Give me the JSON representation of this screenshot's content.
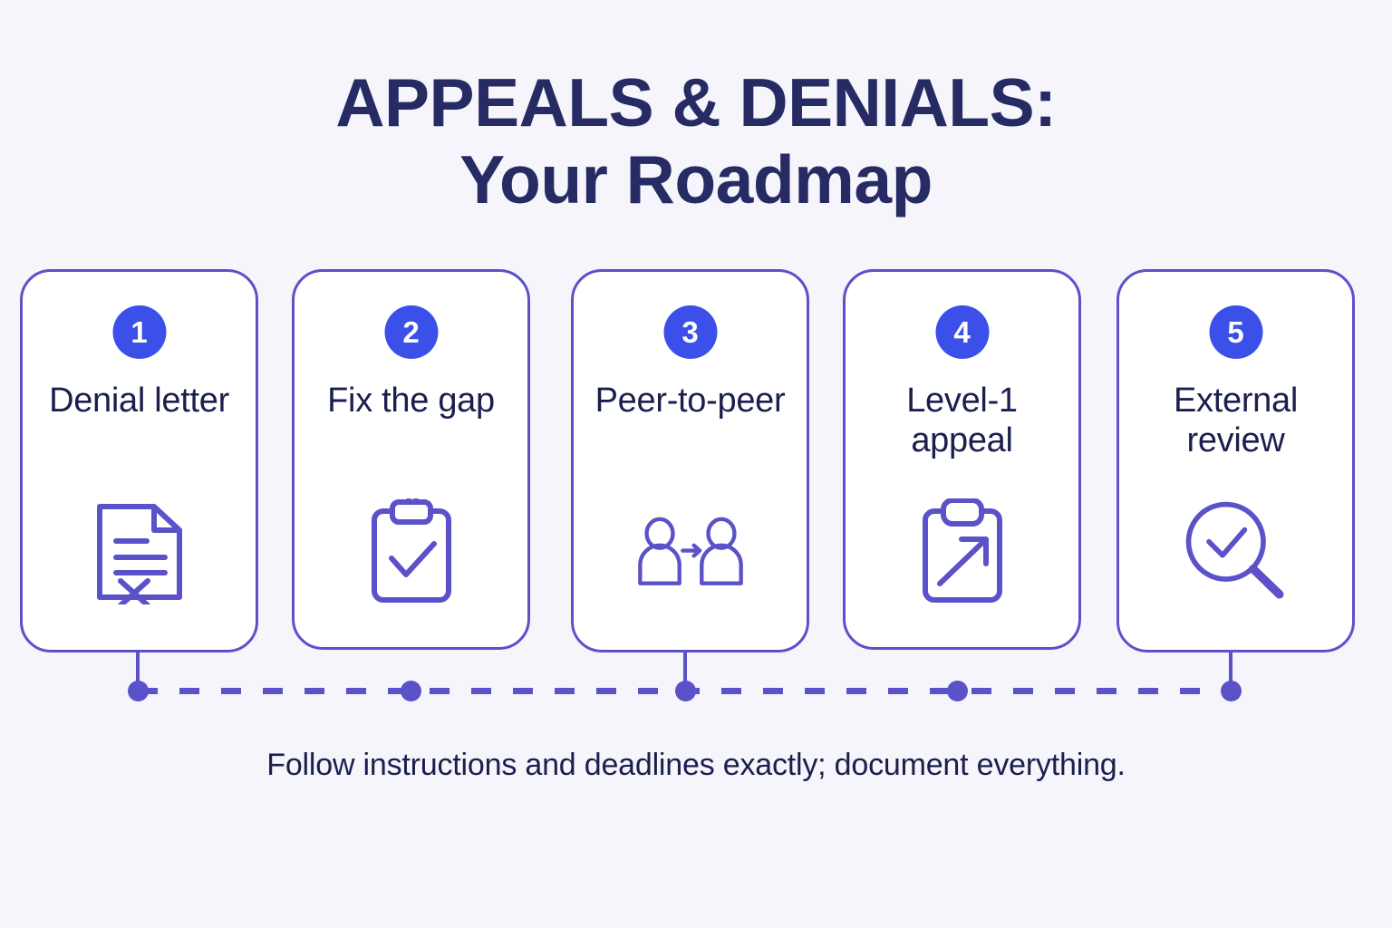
{
  "title": {
    "line1": "APPEALS & DENIALS:",
    "line2": "Your Roadmap"
  },
  "colors": {
    "background": "#f6f5fb",
    "title_navy": "#262b63",
    "label_navy": "#1a1f4d",
    "badge_blue": "#3a50e8",
    "stroke_purple": "#5b51c9",
    "card_fill": "#ffffff"
  },
  "steps": [
    {
      "number": "1",
      "label": "Denial letter",
      "icon": "document-x-icon"
    },
    {
      "number": "2",
      "label": "Fix the gap",
      "icon": "clipboard-check-icon"
    },
    {
      "number": "3",
      "label": "Peer-to-peer",
      "icon": "two-people-arrow-icon"
    },
    {
      "number": "4",
      "label": "Level-1 appeal",
      "icon": "clipboard-arrow-up-icon"
    },
    {
      "number": "5",
      "label": "External review",
      "icon": "magnifier-check-icon"
    }
  ],
  "caption": "Follow instructions and deadlines exactly; document everything."
}
